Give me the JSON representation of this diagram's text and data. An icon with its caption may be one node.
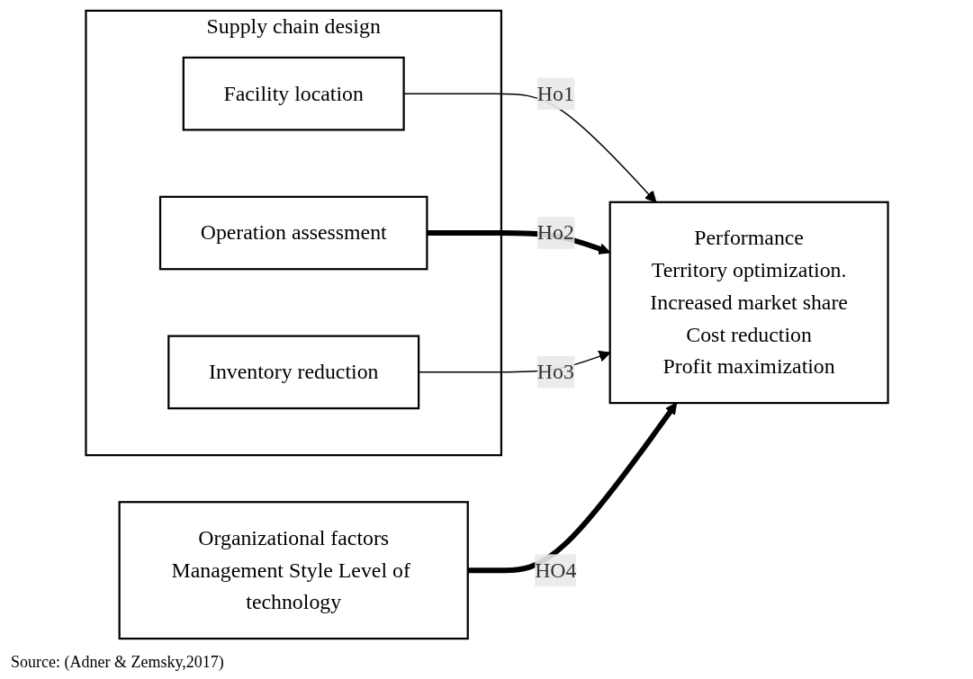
{
  "diagram": {
    "caption": "Source: (Adner & Zemsky,2017)",
    "nodes": [
      {
        "text": [
          "Supply chain design"
        ]
      },
      {
        "text": [
          "Facility location"
        ],
        "in": 0
      },
      {
        "text": [
          "Operation assessment"
        ],
        "in": 0
      },
      {
        "text": [
          "Inventory reduction"
        ],
        "in": 0
      },
      {
        "text": [
          "Performance",
          "Territory optimization.",
          "Increased market share",
          "Cost reduction",
          "Profit maximization"
        ]
      },
      {
        "text": [
          "Organizational factors",
          "Management Style Level of technology"
        ]
      }
    ],
    "edges": [
      {
        "from": 1,
        "to": 4,
        "label": "Ho1",
        "arrow": "to"
      },
      {
        "from": 2,
        "to": 4,
        "label": "Ho2",
        "arrow": "to",
        "style": "thick"
      },
      {
        "from": 3,
        "to": 4,
        "label": "Ho3",
        "arrow": "to"
      },
      {
        "from": 5,
        "to": 4,
        "label": "HO4",
        "arrow": "to",
        "style": "thick"
      }
    ]
  }
}
